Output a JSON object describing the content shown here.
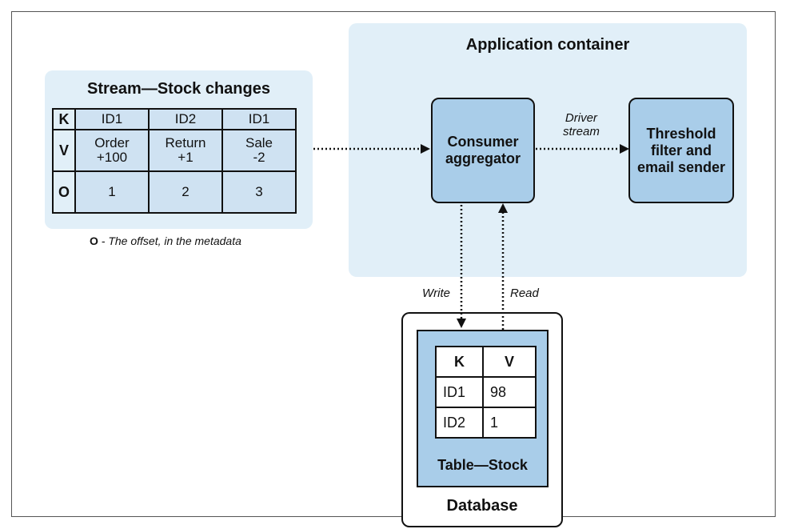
{
  "application_container": {
    "title": "Application container"
  },
  "stream": {
    "title": "Stream—Stock changes",
    "row_keys": [
      "K",
      "V",
      "O"
    ],
    "records": [
      {
        "k": "ID1",
        "v_line1": "Order",
        "v_line2": "+100",
        "o": "1"
      },
      {
        "k": "ID2",
        "v_line1": "Return",
        "v_line2": "+1",
        "o": "2"
      },
      {
        "k": "ID1",
        "v_line1": "Sale",
        "v_line2": "-2",
        "o": "3"
      }
    ],
    "legend_key": "O",
    "legend_text": " - The offset, in the metadata"
  },
  "consumer": {
    "line1": "Consumer",
    "line2": "aggregator"
  },
  "threshold": {
    "line1": "Threshold",
    "line2": "filter and",
    "line3": "email sender"
  },
  "edges": {
    "driver_line1": "Driver",
    "driver_line2": "stream",
    "write": "Write",
    "read": "Read"
  },
  "database": {
    "label": "Database",
    "table_caption": "Table—Stock",
    "headers": [
      "K",
      "V"
    ],
    "rows": [
      {
        "k": "ID1",
        "v": "98"
      },
      {
        "k": "ID2",
        "v": "1"
      }
    ]
  },
  "colors": {
    "panel": "#e1eff8",
    "node": "#a9cde9",
    "cell": "#cfe2f2",
    "stroke": "#111111"
  }
}
